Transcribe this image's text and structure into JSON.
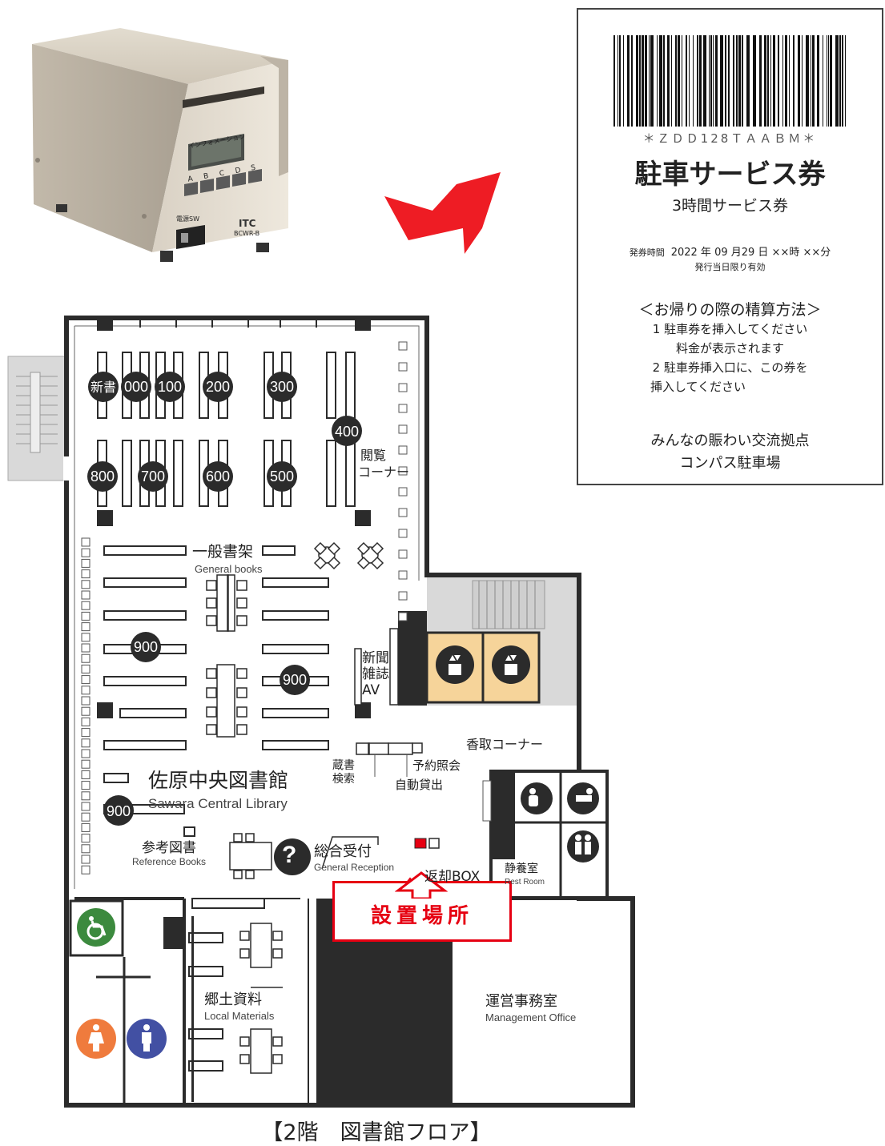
{
  "device": {
    "screen_label": "インフォメーション",
    "buttons": [
      "A",
      "B",
      "C",
      "D",
      "S"
    ],
    "power_label": "電源SW",
    "brand": "ITC",
    "model": "BCWR-B"
  },
  "ticket": {
    "barcode_text": "＊ＺＤＤ128ＴＡＡＢＭ＊",
    "title": "駐車サービス券",
    "subtitle": "3時間サービス券",
    "issue_label": "発券時間",
    "issue_value": "2022 年 09 月29 日 ××時 ××分",
    "validity": "発行当日限り有効",
    "method_heading": "＜お帰りの際の精算方法＞",
    "step1": "1 駐車券を挿入してください",
    "step1b": "料金が表示されます",
    "step2": "2 駐車券挿入口に、この券を",
    "step2b": "挿入してください",
    "venue1": "みんなの賑わい交流拠点",
    "venue2": "コンパス駐車場"
  },
  "map": {
    "shelves_top": [
      "新書",
      "000",
      "100",
      "200",
      "300"
    ],
    "shelf_400": "400",
    "shelves_bottom": [
      "800",
      "700",
      "600",
      "500"
    ],
    "reading_corner_1": "閲覧",
    "reading_corner_2": "コーナー",
    "general_books_jp": "一般書架",
    "general_books_en": "General books",
    "shelf_900": "900",
    "newspaper_1": "新聞",
    "newspaper_2": "雑誌",
    "newspaper_3": "AV",
    "katori_corner": "香取コーナー",
    "catalog_1": "蔵書",
    "catalog_2": "検索",
    "reservation": "予約照会",
    "self_checkout": "自動貸出",
    "library_jp": "佐原中央図書館",
    "library_en": "Sawara Central Library",
    "reference_jp": "参考図書",
    "reference_en": "Reference Books",
    "reception_jp": "総合受付",
    "reception_en": "General Reception",
    "return_box": "返却BOX",
    "rest_room_jp": "静養室",
    "rest_room_en": "Rest Room",
    "install_location": "設置場所",
    "local_jp": "郷土資料",
    "local_en": "Local Materials",
    "office_jp": "運営事務室",
    "office_en": "Management Office",
    "help_symbol": "?"
  },
  "caption": "【2階　図書館フロア】",
  "colors": {
    "arrow_red": "#ee1c24",
    "callout_red": "#e60012",
    "shelf_dark": "#2b2b2b",
    "elevator_tan": "#f6d49a",
    "accessible_green": "#3c8a3e",
    "female_orange": "#ef7b3d",
    "male_blue": "#4250a3"
  }
}
